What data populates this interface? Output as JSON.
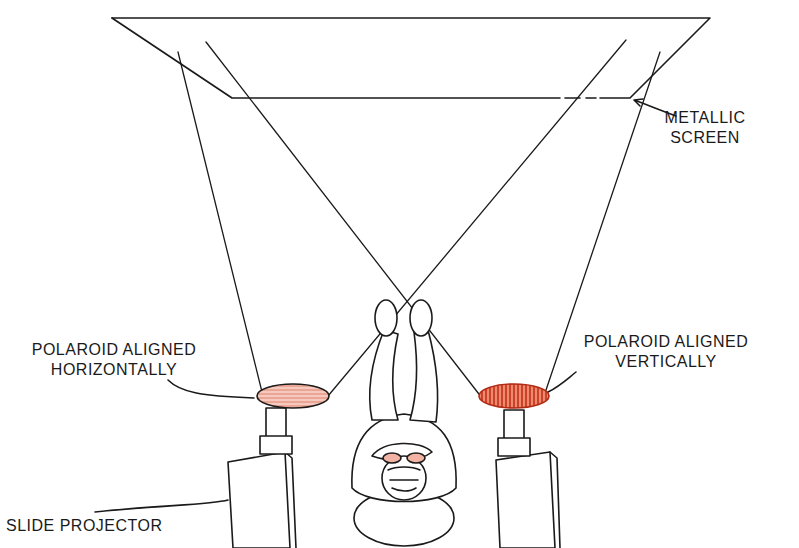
{
  "diagram": {
    "labels": [
      "METALLIC SCREEN",
      "POLAROID ALIGNED HORIZONTALLY",
      "POLAROID ALIGNED VERTICALLY",
      "SLIDE PROJECTOR"
    ]
  }
}
